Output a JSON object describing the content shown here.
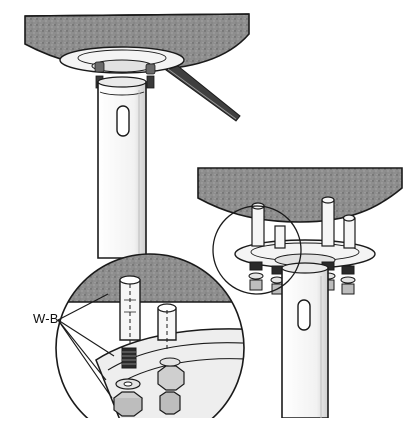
{
  "callout": {
    "label": "W-B"
  },
  "colors": {
    "ink": "#1a1a1a",
    "ceiling_fill": "#9a9a9a",
    "panel_fill": "#e9e9e9",
    "background": "#ffffff"
  },
  "icons": [
    "ceiling-slab",
    "mounting-pole",
    "hex-wrench",
    "expansion-anchor",
    "hex-nut",
    "washer",
    "mounting-flange"
  ]
}
